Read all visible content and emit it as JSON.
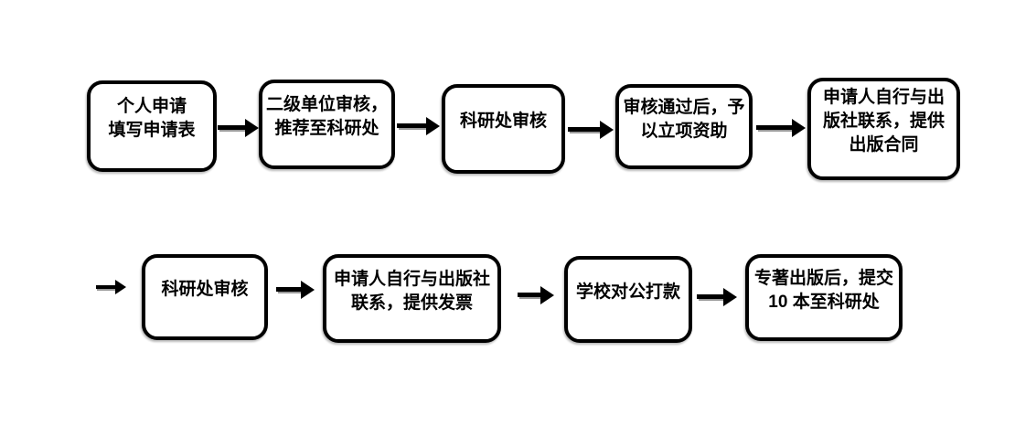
{
  "flow": {
    "title_hint": "monograph publication funding process flowchart",
    "colors": {
      "box_border": "#000000",
      "box_fill": "#ffffff",
      "text": "#000000",
      "arrow": "#000000",
      "arrow_shadow": "#9a9a9a",
      "background": "#ffffff"
    },
    "steps": [
      {
        "lines": [
          "个人申请",
          "填写申请表"
        ]
      },
      {
        "lines": [
          "二级单位审核，",
          "推荐至科研处"
        ]
      },
      {
        "lines": [
          "科研处审核"
        ]
      },
      {
        "lines": [
          "审核通过后，予",
          "以立项资助"
        ]
      },
      {
        "lines": [
          "申请人自行与出",
          "版社联系，提供",
          "出版合同"
        ]
      },
      {
        "lines": [
          "科研处审核"
        ]
      },
      {
        "lines": [
          "申请人自行与出版社",
          "联系，提供发票"
        ]
      },
      {
        "lines": [
          "学校对公打款"
        ]
      },
      {
        "lines": [
          "专著出版后，提交",
          "10 本至科研处"
        ]
      }
    ]
  }
}
